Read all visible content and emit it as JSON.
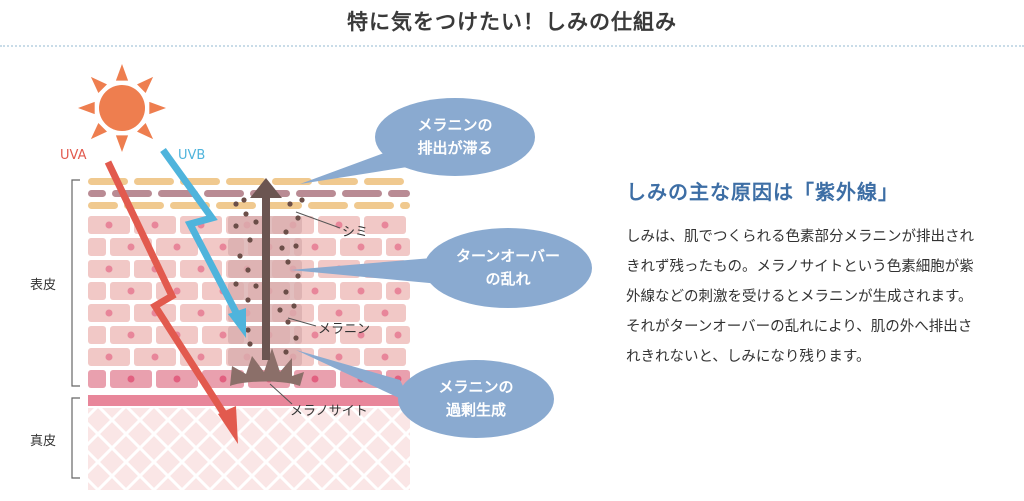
{
  "title": "特に気をつけたい！しみの仕組み",
  "diagram": {
    "uva_label": "UVA",
    "uvb_label": "UVB",
    "layer_epidermis": "表皮",
    "layer_dermis": "真皮",
    "label_spot": "シミ",
    "label_melanin": "メラニン",
    "label_melanocyte": "メラノサイト",
    "bubbles": {
      "excretion": [
        "メラニンの",
        "排出が滞る"
      ],
      "turnover": [
        "ターンオーバー",
        "の乱れ"
      ],
      "overproduction": [
        "メラニンの",
        "過剰生成"
      ]
    },
    "colors": {
      "uva": "#e25a4e",
      "uvb": "#4fb4dc",
      "sun": "#ee7e4f",
      "bubble": "#8aaad0",
      "cell": "#f1c8c6",
      "arrow": "#6b5551"
    }
  },
  "text": {
    "heading": "しみの主な原因は「紫外線」",
    "paragraph1": "しみは、肌でつくられる色素部分メラニンが排出されきれず残ったもの。メラノサイトという色素細胞が紫外線などの刺激を受けるとメラニンが生成されます。",
    "paragraph2": "それがターンオーバーの乱れにより、肌の外へ排出されきれないと、しみになり残ります。"
  }
}
